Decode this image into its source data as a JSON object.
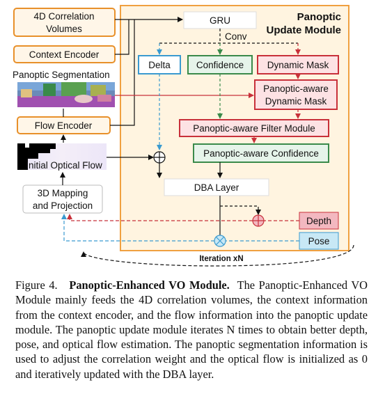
{
  "figure": {
    "module_title_line1": "Panoptic",
    "module_title_line2": "Update Module",
    "inputs": {
      "correlation_line1": "4D Correlation",
      "correlation_line2": "Volumes",
      "context_encoder": "Context Encoder",
      "panoptic_segmentation": "Panoptic Segmentation",
      "flow_encoder": "Flow Encoder",
      "initial_optical_flow": "Initial Optical Flow",
      "mapping_line1": "3D Mapping",
      "mapping_line2": "and Projection"
    },
    "blocks": {
      "gru": "GRU",
      "conv": "Conv",
      "delta": "Delta",
      "confidence": "Confidence",
      "dynamic_mask": "Dynamic Mask",
      "panoptic_mask_line1": "Panoptic-aware",
      "panoptic_mask_line2": "Dynamic Mask",
      "filter_module": "Panoptic-aware Filter Module",
      "panoptic_confidence": "Panoptic-aware Confidence",
      "dba_layer": "DBA Layer",
      "depth": "Depth",
      "pose": "Pose"
    },
    "iteration_label": "Iteration xN",
    "colors": {
      "module_border": "#f0a040",
      "module_fill": "#fff4e0",
      "input_border": "#e8902a",
      "input_fill": "#fff6e8",
      "delta_border": "#3a9ad0",
      "confidence_border": "#3a8a4a",
      "mask_border": "#c8303a",
      "mask_fill": "#fde2e4",
      "green_fill": "#e6f4ea",
      "depth_fill": "#f3b8c0",
      "pose_fill": "#c8e8f5"
    }
  },
  "caption": {
    "label": "Figure 4.",
    "title": "Panoptic-Enhanced VO Module.",
    "text": "The Panoptic-Enhanced VO Module mainly feeds the 4D correlation volumes, the context information from the context encoder, and the flow information into the panoptic update module. The panoptic update module iterates N times to obtain better depth, pose, and optical flow estimation. The panoptic segmentation information is used to adjust the correlation weight and the optical flow is initialized as 0 and iteratively updated with the DBA layer."
  }
}
